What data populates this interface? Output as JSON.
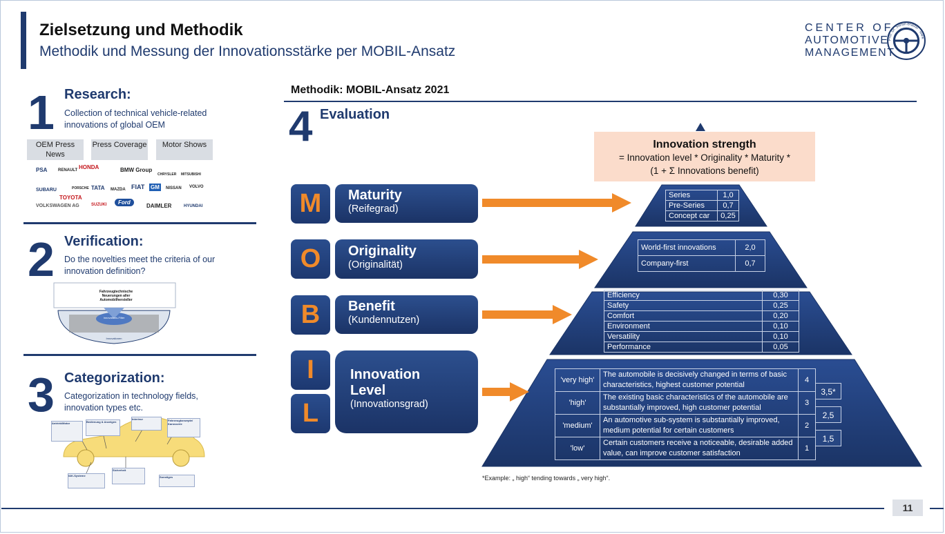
{
  "header": {
    "title": "Zielsetzung und Methodik",
    "subtitle": "Methodik und Messung der Innovationsstärke per MOBIL-Ansatz"
  },
  "logo": {
    "line1": "CENTER OF",
    "line2": "AUTOMOTIVE",
    "line3": "MANAGEMENT",
    "ring_text": "Prof. Dr. Stefan Bratzel · www.auto-institut.de"
  },
  "steps": [
    {
      "number": "1",
      "title": "Research:",
      "text": "Collection of technical vehicle-related innovations of global OEM"
    },
    {
      "number": "2",
      "title": "Verification:",
      "text": "Do the novelties meet the criteria of our innovation definition?"
    },
    {
      "number": "3",
      "title": "Categorization:",
      "text": "Categorization in technology fields, innovation types etc."
    }
  ],
  "sources": [
    "OEM Press News",
    "Press Coverage",
    "Motor Shows"
  ],
  "oems": [
    "PSA",
    "RENAULT",
    "HONDA",
    "BMW Group",
    "CHRYSLER",
    "MITSUBISHI",
    "SUBARU",
    "PORSCHE",
    "TATA",
    "MAZDA",
    "FIAT",
    "GM",
    "NISSAN",
    "VOLVO",
    "TOYOTA",
    "SUZUKI",
    "Ford",
    "DAIMLER",
    "HYUNDAI",
    "VOLKSWAGEN AG"
  ],
  "verification_figure": {
    "center_text": "Fahrzeugtechnische Neuerungen aller Automobilhersteller",
    "filter_label": "Innovations-Filter",
    "bottom_label": "Innovationen"
  },
  "categorization_figure": {
    "fields": [
      "Antrieb/Motor",
      "Bedienung & Anzeigen",
      "Interieur",
      "Fahrzeugkonzepte/ Karosserie",
      "I&K-Systeme",
      "Sicherheit",
      "Sonstiges"
    ]
  },
  "method": {
    "heading": "Methodik: MOBIL-Ansatz 2021",
    "step_number": "4",
    "step_title": "Evaluation"
  },
  "mobil": [
    {
      "letter": "M",
      "title": "Maturity",
      "subtitle": "(Reifegrad)"
    },
    {
      "letter": "O",
      "title": "Originality",
      "subtitle": "(Originalität)"
    },
    {
      "letter": "B",
      "title": "Benefit",
      "subtitle": "(Kundennutzen)"
    },
    {
      "letter": "I",
      "title": "Innovation",
      "subtitle": "(Innovationsgrad)"
    },
    {
      "letter": "L",
      "title": "Level",
      "subtitle": ""
    }
  ],
  "formula": {
    "title": "Innovation strength",
    "line1": "= Innovation level * Originality * Maturity *",
    "line2": "(1 + Σ  Innovations benefit)"
  },
  "maturity": [
    {
      "label": "Series",
      "value": "1,0"
    },
    {
      "label": "Pre-Series",
      "value": "0,7"
    },
    {
      "label": "Concept car",
      "value": "0,25"
    }
  ],
  "originality": [
    {
      "label": "World-first innovations",
      "value": "2,0"
    },
    {
      "label": "Company-first",
      "value": "0,7"
    }
  ],
  "benefit": [
    {
      "label": "Efficiency",
      "value": "0,30"
    },
    {
      "label": "Safety",
      "value": "0,25"
    },
    {
      "label": "Comfort",
      "value": "0,20"
    },
    {
      "label": "Environment",
      "value": "0,10"
    },
    {
      "label": "Versatility",
      "value": "0,10"
    },
    {
      "label": "Performance",
      "value": "0,05"
    }
  ],
  "innovation_level": [
    {
      "label": "'very high'",
      "desc": "The automobile is decisively changed in terms of basic characteristics, highest customer potential",
      "value": "4"
    },
    {
      "label": "'high'",
      "desc": "The existing basic characteristics of the automobile are substantially improved, high customer potential",
      "value": "3"
    },
    {
      "label": "'medium'",
      "desc": "An automotive sub-system is substantially improved, medium potential for certain customers",
      "value": "2"
    },
    {
      "label": "'low'",
      "desc": "Certain customers receive a noticeable, desirable added value, can improve customer satisfaction",
      "value": "1"
    }
  ],
  "intermediate_scores": [
    "3,5*",
    "2,5",
    "1,5"
  ],
  "footnote": "*Example: „ high“ tending towards „ very high“.",
  "colors": {
    "navy": "#1f3a6e",
    "orange": "#f08a2a",
    "peach": "#fbdccb"
  },
  "page_number": "11"
}
